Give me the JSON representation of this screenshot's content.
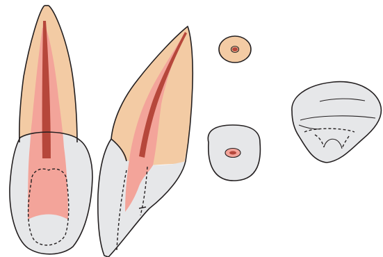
{
  "colors": {
    "root": "#f3cba4",
    "crown": "#e6e7e9",
    "pulp": "#f3a49a",
    "canal": "#b6473b",
    "outline": "#231f20",
    "background": "#ffffff"
  },
  "figures": [
    {
      "icon": "tooth-facial-view"
    },
    {
      "icon": "tooth-proximal-view"
    },
    {
      "icon": "root-cross-section-apical"
    },
    {
      "icon": "root-cross-section-cervical"
    },
    {
      "icon": "crown-incisal-view"
    }
  ]
}
